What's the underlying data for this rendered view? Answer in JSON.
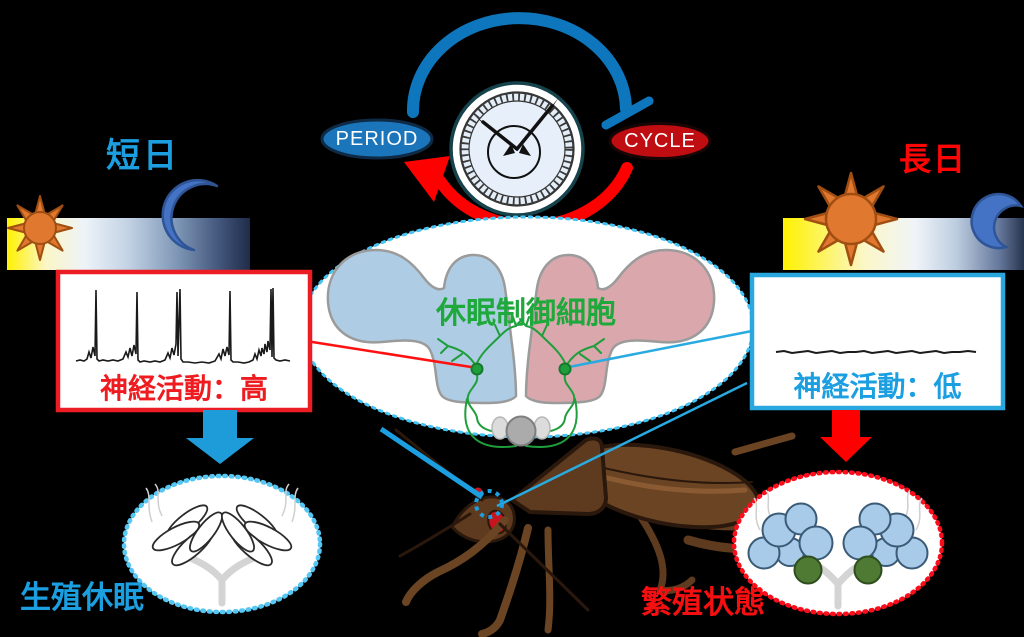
{
  "figure": {
    "background_color": "#000000",
    "clock_loop": {
      "period_label": "PERIOD",
      "cycle_label": "CYCLE",
      "period_fill": "#1B75BB",
      "cycle_fill": "#C00D12",
      "promote_arc_color": "#FF0000",
      "inhibit_arc_color": "#0E76BC",
      "clock_icon": "pocket-watch-icon"
    },
    "short_day": {
      "title": "短日",
      "title_color": "#1C9FE0",
      "photoperiod_icons": [
        "sun-icon",
        "moon-icon"
      ],
      "activity_label": "神経活動：高",
      "activity_color": "#EE1C20",
      "box_border_color": "#EC1C24",
      "arrow_color": "#1E9CD9",
      "outcome_label": "生殖休眠",
      "outcome_color": "#1C9FE0",
      "outcome_ellipse_border": "#56C7F2"
    },
    "long_day": {
      "title": "長日",
      "title_color": "#FF0505",
      "photoperiod_icons": [
        "sun-icon",
        "moon-icon"
      ],
      "activity_label": "神経活動：低",
      "activity_color": "#1C9FE0",
      "box_border_color": "#29A8E0",
      "arrow_color": "#FF0000",
      "outcome_label": "繁殖状態",
      "outcome_color": "#F50F10",
      "outcome_ellipse_border": "#FB0D1B"
    },
    "brain": {
      "cells_label": "休眠制御細胞",
      "cells_label_color": "#1FA83C",
      "left_lobe_color": "#AECDE4",
      "right_lobe_color": "#D9A7AC",
      "neuron_color": "#1F9E3C",
      "insect_icon": "cricket-illustration"
    }
  }
}
